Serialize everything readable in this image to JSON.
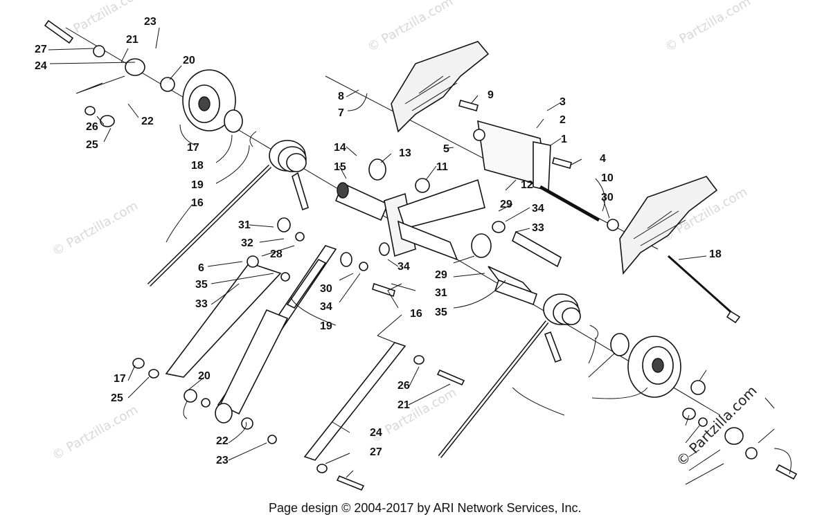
{
  "diagram": {
    "footer": "Page design © 2004-2017 by ARI Network Services, Inc.",
    "watermark": "© Partzilla.com",
    "callouts": [
      "23",
      "27",
      "21",
      "24",
      "20",
      "26",
      "22",
      "25",
      "17",
      "18",
      "19",
      "16",
      "8",
      "7",
      "9",
      "3",
      "2",
      "1",
      "5",
      "14",
      "13",
      "15",
      "11",
      "4",
      "10",
      "12",
      "30",
      "29",
      "34",
      "33",
      "31",
      "32",
      "28",
      "6",
      "34",
      "35",
      "29",
      "30",
      "31",
      "33",
      "34",
      "35",
      "16",
      "19",
      "18",
      "17",
      "20",
      "25",
      "26",
      "21",
      "22",
      "23",
      "24",
      "27"
    ]
  }
}
